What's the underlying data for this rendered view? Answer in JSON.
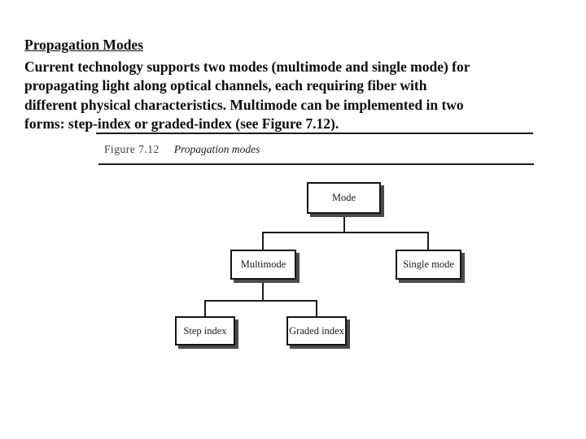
{
  "slide": {
    "heading": "Propagation Modes",
    "body_lines": [
      "Current technology supports two modes (multimode and single mode) for",
      "propagating light along optical channels, each requiring fiber with",
      "different physical characteristics. Multimode can be implemented in two",
      "forms: step-index or graded-index (see Figure 7.12)."
    ],
    "figure": {
      "label": "Figure 7.12",
      "caption": "Propagation modes"
    },
    "diagram": {
      "root": "Mode",
      "level1": [
        "Multimode",
        "Single mode"
      ],
      "level2": [
        "Step index",
        "Graded index"
      ]
    },
    "colors": {
      "text": "#0d0d0d",
      "rule": "#1a1a1a",
      "box-border": "#141414",
      "box-shadow": "#4a4a4a",
      "caption-label": "#3f3f3f",
      "background": "#ffffff"
    }
  }
}
